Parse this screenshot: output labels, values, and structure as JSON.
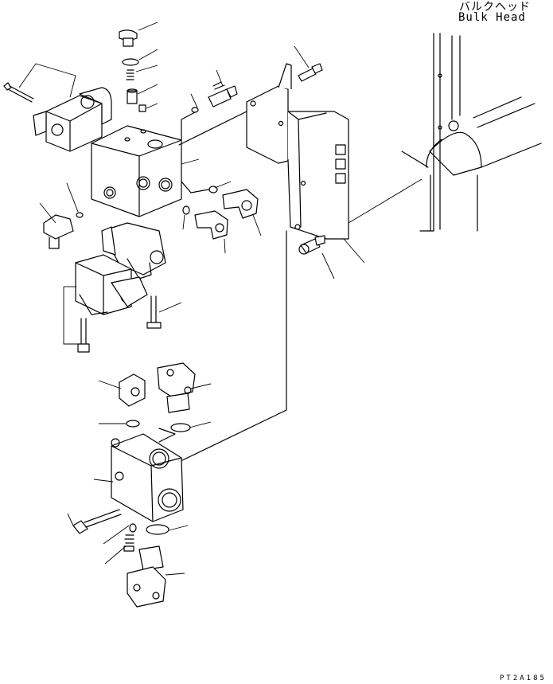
{
  "labels": {
    "bulk_head_jp": "バルクヘッド",
    "bulk_head_en": "Bulk Head",
    "drawing_code": "PT2A185"
  }
}
